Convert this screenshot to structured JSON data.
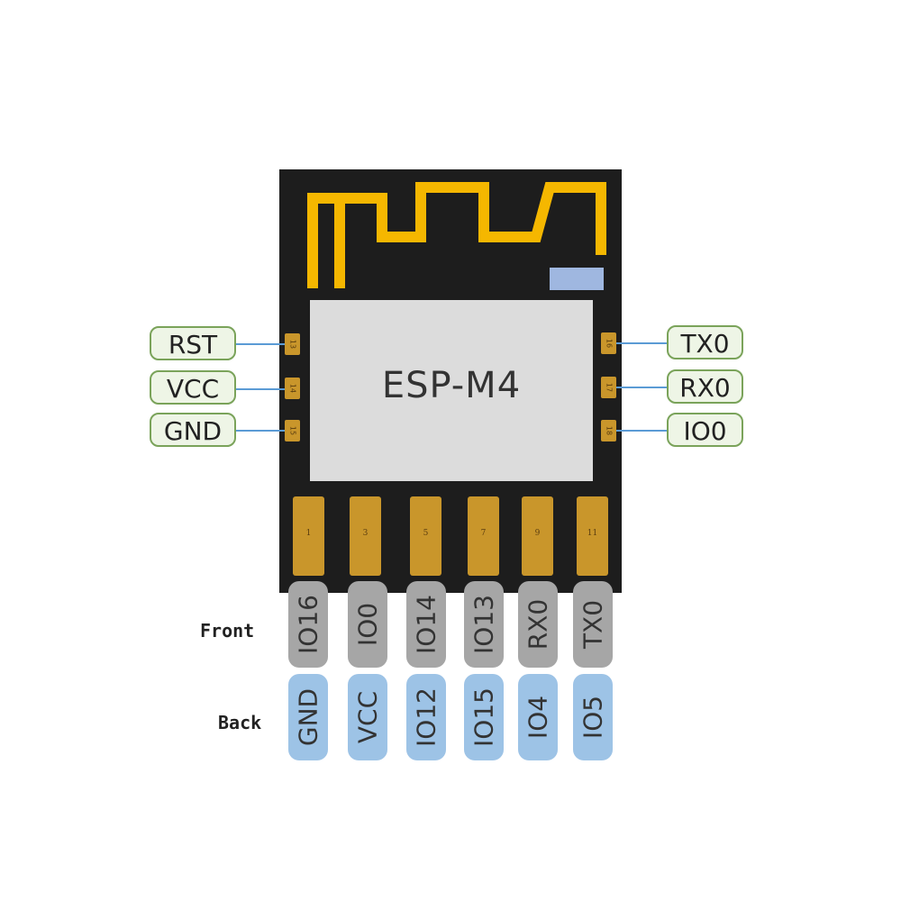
{
  "module": {
    "name": "ESP-M4"
  },
  "side_pins": {
    "left": [
      {
        "label": "RST",
        "pad": "13"
      },
      {
        "label": "VCC",
        "pad": "14"
      },
      {
        "label": "GND",
        "pad": "15"
      }
    ],
    "right": [
      {
        "label": "TX0",
        "pad": "16"
      },
      {
        "label": "RX0",
        "pad": "17"
      },
      {
        "label": "IO0",
        "pad": "18"
      }
    ]
  },
  "bottom_pads": [
    "1",
    "3",
    "5",
    "7",
    "9",
    "11"
  ],
  "front": {
    "label": "Front",
    "pins": [
      "IO16",
      "IO0",
      "IO14",
      "IO13",
      "RX0",
      "TX0"
    ]
  },
  "back": {
    "label": "Back",
    "pins": [
      "GND",
      "VCC",
      "IO12",
      "IO15",
      "IO4",
      "IO5"
    ]
  },
  "colors": {
    "board": "#1d1d1d",
    "antenna": "#f5b700",
    "chip": "#dcdcdc",
    "pad": "#c9962b",
    "front_tab": "#a6a6a6",
    "back_tab": "#9dc3e6",
    "side_label_border": "#7aa35a",
    "connector": "#5b9bd5"
  }
}
